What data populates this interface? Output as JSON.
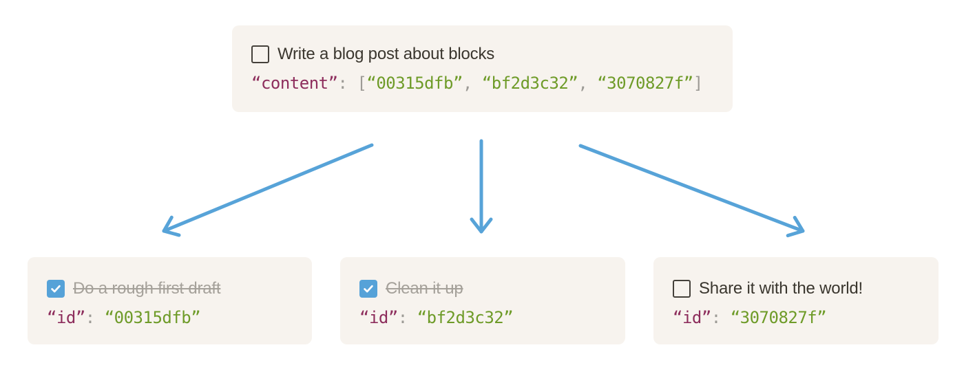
{
  "colors": {
    "page_bg": "#ffffff",
    "card_bg": "#f7f3ee",
    "text_dark": "#3a362e",
    "text_muted": "#a5a19a",
    "code_key": "#8d2d5c",
    "code_value": "#6e9b28",
    "code_punct": "#9c9a95",
    "checkbox_blue": "#56a2d8",
    "checkbox_border": "#44403a",
    "arrow": "#57a3d8"
  },
  "parent_block": {
    "label": "Write a blog post about blocks",
    "checked": false,
    "code": {
      "key": "“content”",
      "colon_open": ": [",
      "values": [
        "“00315dfb”",
        "“bf2d3c32”",
        "“3070827f”"
      ],
      "separator": ", ",
      "close": "]"
    }
  },
  "child_blocks": [
    {
      "label": "Do a rough first draft",
      "checked": true,
      "code": {
        "key": "“id”",
        "colon": ": ",
        "value": "“00315dfb”"
      }
    },
    {
      "label": "Clean it up",
      "checked": true,
      "code": {
        "key": "“id”",
        "colon": ": ",
        "value": "“bf2d3c32”"
      }
    },
    {
      "label": "Share it with the world!",
      "checked": false,
      "code": {
        "key": "“id”",
        "colon": ": ",
        "value": "“3070827f”"
      }
    }
  ]
}
